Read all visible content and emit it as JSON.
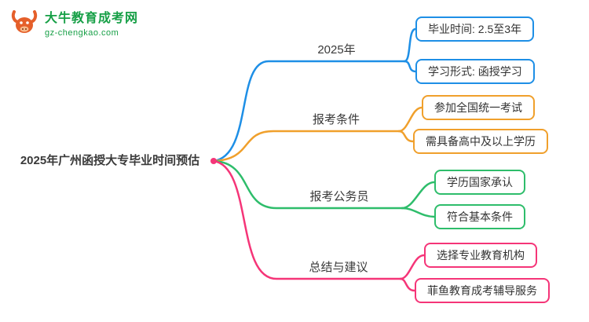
{
  "logo": {
    "title": "大牛教育成考网",
    "domain": "gz-chengkao.com",
    "brand_color": "#169f46",
    "icon_color": "#e55f2a"
  },
  "root": {
    "label": "2025年广州函授大专毕业时间预估",
    "dot_color": "#f53578"
  },
  "branches": [
    {
      "label": "2025年",
      "color": "#1e8fe6",
      "leaves": [
        {
          "label": "毕业时间: 2.5至3年"
        },
        {
          "label": "学习形式: 函授学习"
        }
      ]
    },
    {
      "label": "报考条件",
      "color": "#f0a02c",
      "leaves": [
        {
          "label": "参加全国统一考试"
        },
        {
          "label": "需具备高中及以上学历"
        }
      ]
    },
    {
      "label": "报考公务员",
      "color": "#2ebd6b",
      "leaves": [
        {
          "label": "学历国家承认"
        },
        {
          "label": "符合基本条件"
        }
      ]
    },
    {
      "label": "总结与建议",
      "color": "#f53578",
      "leaves": [
        {
          "label": "选择专业教育机构"
        },
        {
          "label": "菲鱼教育成考辅导服务"
        }
      ]
    }
  ]
}
